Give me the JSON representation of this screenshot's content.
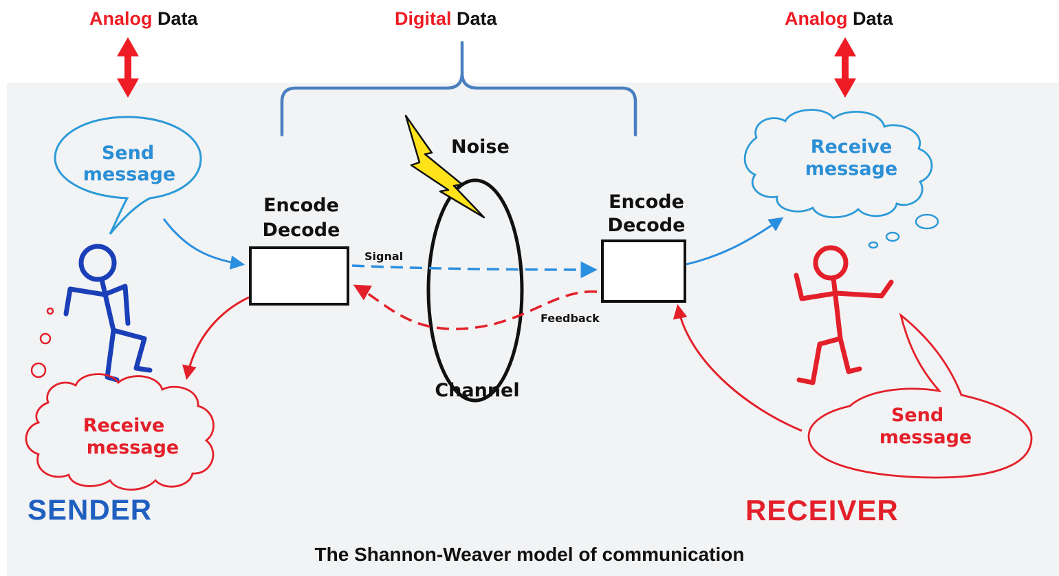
{
  "top_labels": {
    "left": {
      "accent": "Analog",
      "rest": " Data"
    },
    "center": {
      "accent": "Digital",
      "rest": " Data"
    },
    "right": {
      "accent": "Analog",
      "rest": " Data"
    }
  },
  "sender": {
    "send_line1": "Send",
    "send_line2": "message",
    "receive_line1": "Receive",
    "receive_line2": "message",
    "role": "SENDER"
  },
  "receiver": {
    "receive_line1": "Receive",
    "receive_line2": "message",
    "send_line1": "Send",
    "send_line2": "message",
    "role": "RECEIVER"
  },
  "left_box": {
    "line1": "Encode",
    "line2": "Decode"
  },
  "right_box": {
    "line1": "Encode",
    "line2": "Decode"
  },
  "noise": "Noise",
  "channel": "Channel",
  "signal": "Signal",
  "feedback": "Feedback",
  "caption": "The Shannon-Weaver model of communication",
  "colors": {
    "accent_red": "#ee1c24",
    "sender_blue": "#1f5fbf",
    "speech_blue": "#2b9ad8",
    "receiver_red": "#e3202a",
    "bracket": "#4a7fc0",
    "noise_yellow": "#ffe21a",
    "backdrop": "#f2f3f4"
  }
}
